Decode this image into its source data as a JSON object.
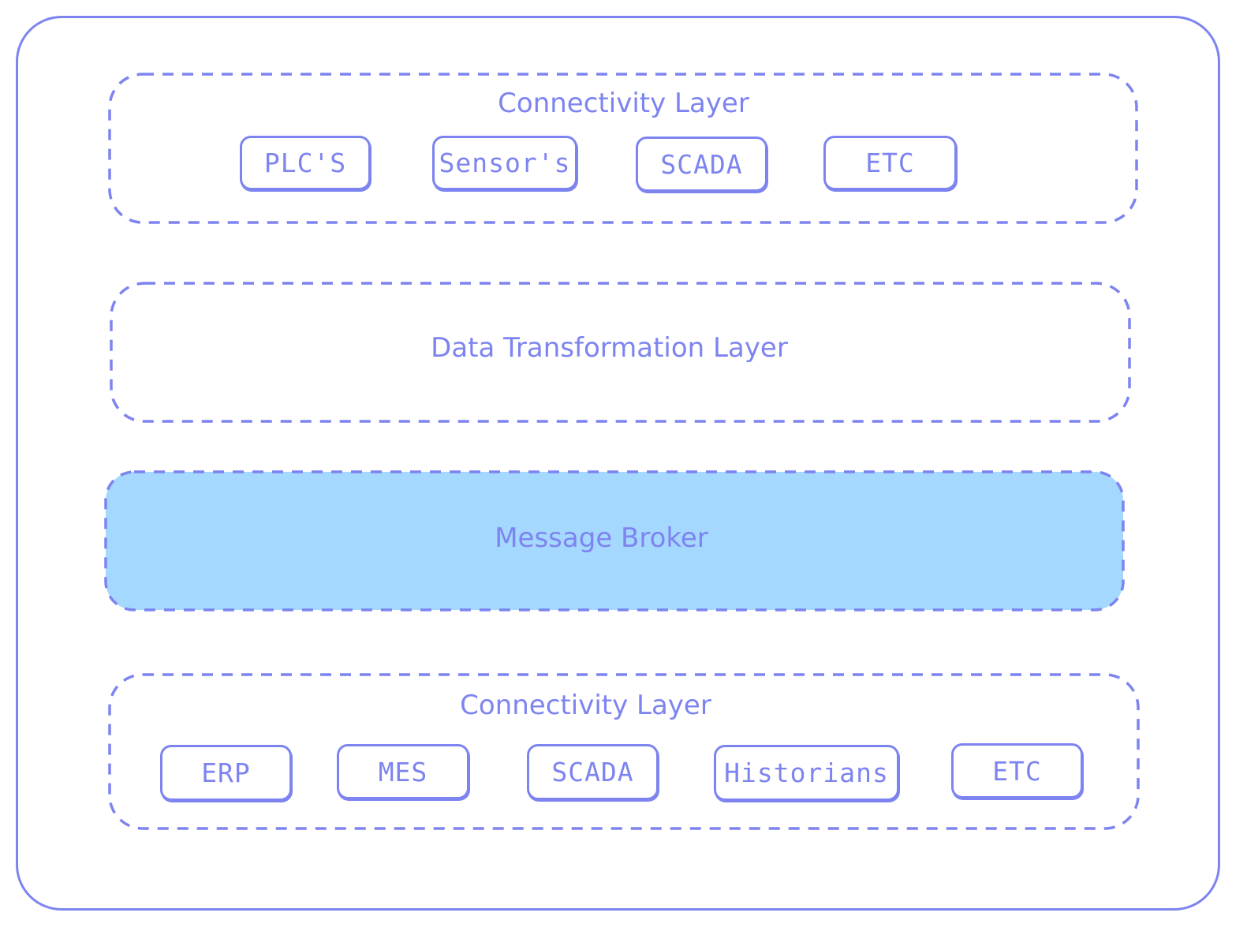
{
  "colors": {
    "stroke": "#7d84f0",
    "broker_fill": "#a5d8ff",
    "background": "#ffffff"
  },
  "top_layer": {
    "title": "Connectivity Layer",
    "items": [
      "PLC'S",
      "Sensor's",
      "SCADA",
      "ETC"
    ]
  },
  "transformation_layer": {
    "title": "Data Transformation Layer"
  },
  "broker_layer": {
    "title": "Message Broker"
  },
  "bottom_layer": {
    "title": "Connectivity Layer",
    "items": [
      "ERP",
      "MES",
      "SCADA",
      "Historians",
      "ETC"
    ]
  }
}
